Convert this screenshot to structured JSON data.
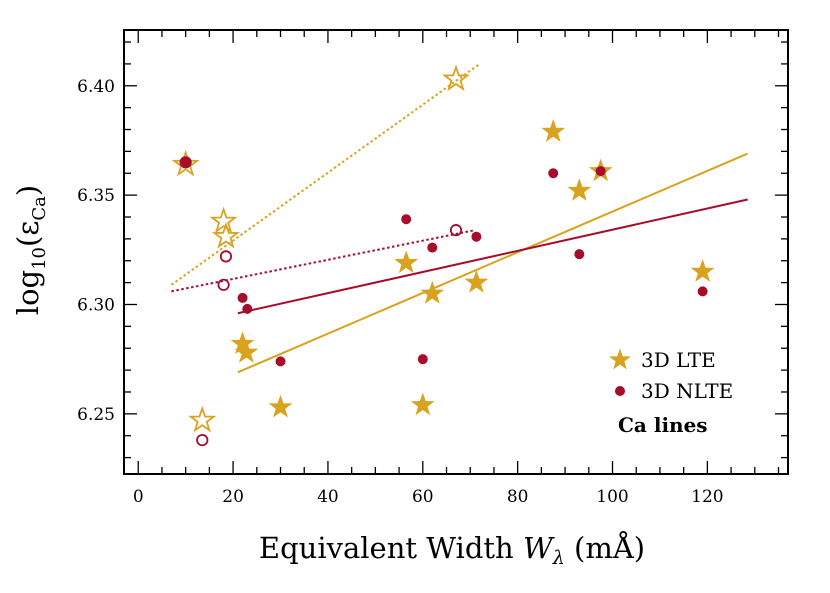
{
  "chart_data": {
    "type": "scatter",
    "title": "",
    "xlabel_main": "Equivalent Width ",
    "xlabel_var": "W",
    "xlabel_sub": "λ",
    "xlabel_unit": " (mÅ)",
    "ylabel_main": "log",
    "ylabel_sub1": "10",
    "ylabel_mid": "(ε",
    "ylabel_sub2": "Ca",
    "ylabel_end": ")",
    "xlim": [
      -3,
      137
    ],
    "ylim": [
      6.2225,
      6.4255
    ],
    "x_ticks": [
      0,
      20,
      40,
      60,
      80,
      100,
      120
    ],
    "x_tick_labels": [
      "0",
      "20",
      "40",
      "60",
      "80",
      "100",
      "120"
    ],
    "y_ticks": [
      6.25,
      6.3,
      6.35,
      6.4
    ],
    "y_tick_labels": [
      "6.25",
      "6.30",
      "6.35",
      "6.40"
    ],
    "x_minor_step": 5,
    "y_minor_step": 0.01,
    "grid": false,
    "legend_position": "lower-right",
    "annotation": "Ca lines",
    "colors": {
      "lte": "#d9a21f",
      "nlte": "#a50d2a"
    },
    "series": [
      {
        "name": "3D LTE",
        "marker": "star",
        "filled": [
          {
            "x": 22,
            "y": 6.282
          },
          {
            "x": 22.8,
            "y": 6.278
          },
          {
            "x": 30,
            "y": 6.253
          },
          {
            "x": 56.5,
            "y": 6.319
          },
          {
            "x": 60,
            "y": 6.254
          },
          {
            "x": 62,
            "y": 6.305
          },
          {
            "x": 71.3,
            "y": 6.31
          },
          {
            "x": 87.5,
            "y": 6.379
          },
          {
            "x": 93,
            "y": 6.352
          },
          {
            "x": 97.5,
            "y": 6.361
          },
          {
            "x": 119,
            "y": 6.315
          }
        ],
        "open": [
          {
            "x": 10,
            "y": 6.364
          },
          {
            "x": 13.5,
            "y": 6.247
          },
          {
            "x": 18,
            "y": 6.338
          },
          {
            "x": 18.5,
            "y": 6.331
          },
          {
            "x": 67,
            "y": 6.403
          }
        ],
        "fit_solid": {
          "x": [
            21,
            128.5
          ],
          "y": [
            6.269,
            6.369
          ]
        },
        "fit_dotted": {
          "x": [
            7,
            72
          ],
          "y": [
            6.309,
            6.41
          ]
        }
      },
      {
        "name": "3D NLTE",
        "marker": "circle",
        "filled": [
          {
            "x": 10,
            "y": 6.365
          },
          {
            "x": 22,
            "y": 6.303
          },
          {
            "x": 23,
            "y": 6.298
          },
          {
            "x": 30,
            "y": 6.274
          },
          {
            "x": 56.5,
            "y": 6.339
          },
          {
            "x": 60,
            "y": 6.275
          },
          {
            "x": 62,
            "y": 6.326
          },
          {
            "x": 71.3,
            "y": 6.331
          },
          {
            "x": 87.5,
            "y": 6.36
          },
          {
            "x": 93,
            "y": 6.323
          },
          {
            "x": 97.5,
            "y": 6.361
          },
          {
            "x": 119,
            "y": 6.306
          }
        ],
        "open": [
          {
            "x": 10,
            "y": 6.365
          },
          {
            "x": 13.5,
            "y": 6.238
          },
          {
            "x": 18,
            "y": 6.309
          },
          {
            "x": 18.5,
            "y": 6.322
          },
          {
            "x": 67,
            "y": 6.334
          }
        ],
        "fit_solid": {
          "x": [
            21,
            128.5
          ],
          "y": [
            6.296,
            6.348
          ]
        },
        "fit_dotted": {
          "x": [
            7,
            71
          ],
          "y": [
            6.306,
            6.334
          ]
        }
      }
    ]
  }
}
